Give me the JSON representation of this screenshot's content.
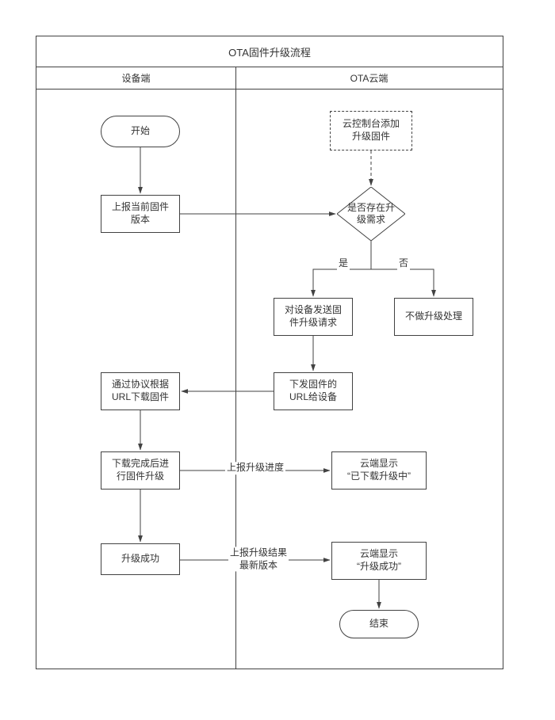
{
  "diagram": {
    "title": "OTA固件升级流程",
    "lanes": {
      "left": "设备端",
      "right": "OTA云端"
    },
    "nodes": {
      "start": "开始",
      "console_add": "云控制台添加\n升级固件",
      "report_version": "上报当前固件\n版本",
      "decision": "是否存在升\n级需求",
      "send_request": "对设备发送固\n件升级请求",
      "no_upgrade": "不做升级处理",
      "send_url": "下发固件的\nURL给设备",
      "download": "通过协议根据\nURL下载固件",
      "upgrade_firmware": "下载完成后进\n行固件升级",
      "upgrade_success": "升级成功",
      "cloud_downloading": "云端显示\n“已下载升级中”",
      "cloud_success": "云端显示\n“升级成功”",
      "end": "结束"
    },
    "edge_labels": {
      "yes": "是",
      "no": "否",
      "report_progress": "上报升级进度",
      "report_result": "上报升级结果\n最新版本"
    },
    "colors": {
      "stroke": "#424242",
      "text": "#333333",
      "background": "#ffffff"
    }
  }
}
